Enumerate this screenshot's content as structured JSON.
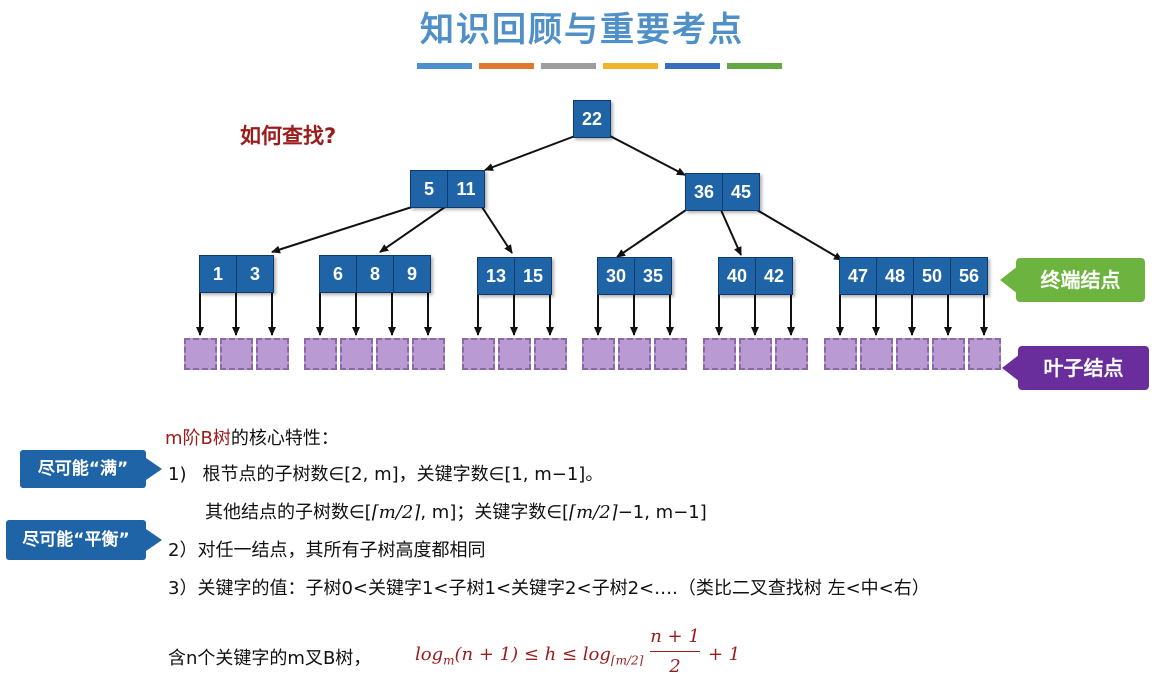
{
  "title": "知识回顾与重要考点",
  "color_bar": [
    "#4a90d0",
    "#e0792f",
    "#9e9e9e",
    "#f0b428",
    "#3a6fbf",
    "#63a844"
  ],
  "question": "如何查找?",
  "tree": {
    "root": [
      "22"
    ],
    "level1": [
      [
        "5",
        "11"
      ],
      [
        "36",
        "45"
      ]
    ],
    "level2": [
      [
        "1",
        "3"
      ],
      [
        "6",
        "8",
        "9"
      ],
      [
        "13",
        "15"
      ],
      [
        "30",
        "35"
      ],
      [
        "40",
        "42"
      ],
      [
        "47",
        "48",
        "50",
        "56"
      ]
    ]
  },
  "tags": {
    "terminal": "终端结点",
    "leaf": "叶子结点"
  },
  "callouts": {
    "full": "尽可能“满”",
    "balanced": "尽可能“平衡”"
  },
  "props": {
    "heading_red": "m阶B树",
    "heading_rest": "的核心特性：",
    "p1_num": "1)",
    "p1_text": "根节点的子树数∈[2, m]，关键字数∈[1, m−1]。",
    "p1b_a": "其他结点的子树数∈[",
    "p1b_ceil": "⌈m/2⌉",
    "p1b_b": ", m]；关键字数∈[",
    "p1b_ceil2": "⌈m/2⌉",
    "p1b_c": "−1, m−1]",
    "p2": "2）对任一结点，其所有子树高度都相同",
    "p3": "3）关键字的值：子树0<关键字1<子树1<关键字2<子树2<….（类比二叉查找树 左<中<右）"
  },
  "height": {
    "prefix": "含n个关键字的m叉B树，",
    "lhs": "log",
    "lhs_sub": "m",
    "lhs_arg": "(n + 1) ≤ h ≤ log",
    "rhs_sub": "⌈m/2⌉",
    "frac_num": "n + 1",
    "frac_den": "2",
    "tail": "+ 1"
  }
}
